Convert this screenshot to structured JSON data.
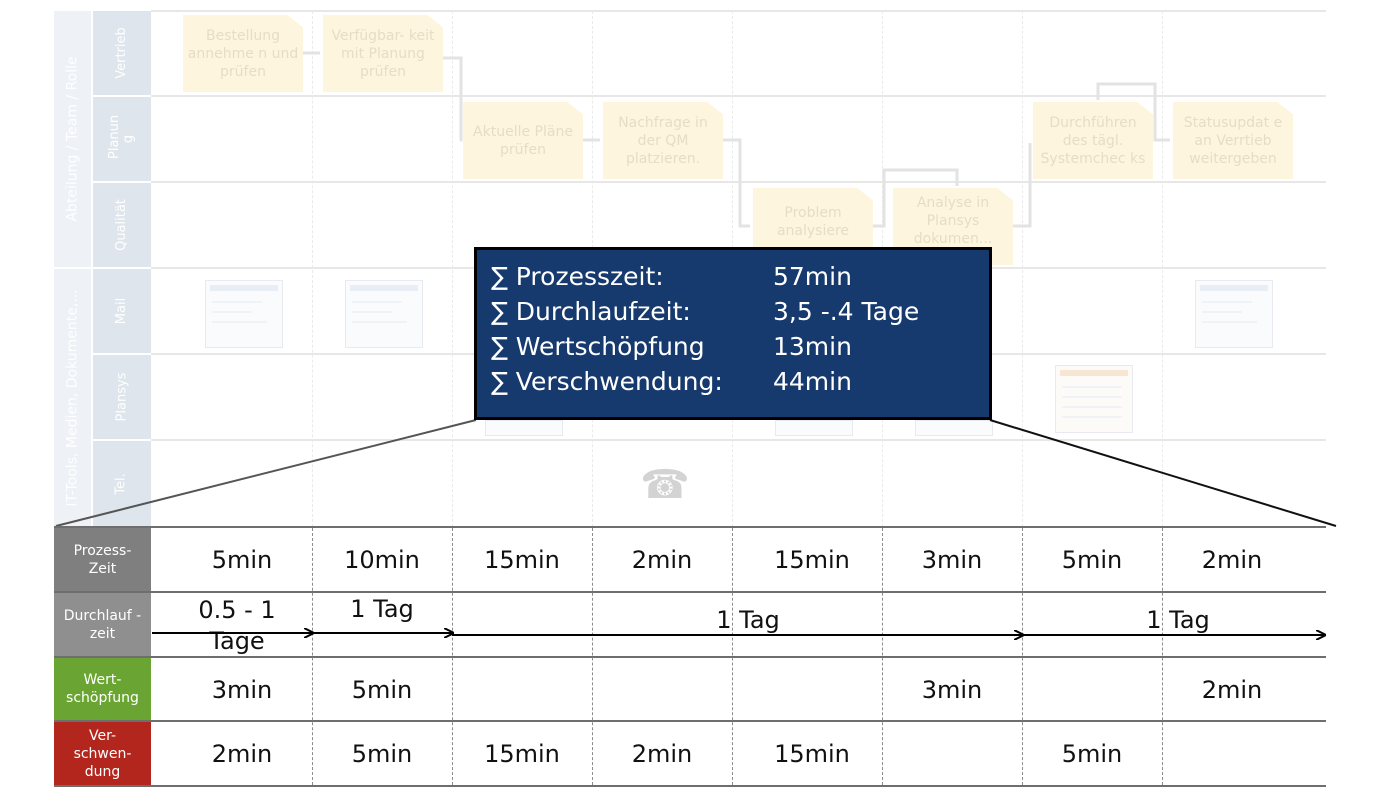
{
  "groups": {
    "process_axis": "Abteilung / Team / Rolle",
    "tools_axis": "IT-Tools, Medien, Dokumente,..."
  },
  "lanes": [
    "Vertrieb",
    "Planun g",
    "Qualität",
    "Mail",
    "Plansys",
    "Tel."
  ],
  "steps": [
    "Bestellung annehme n und prüfen",
    "Verfügbar- keit mit Planung prüfen",
    "Aktuelle Pläne prüfen",
    "Nachfrage in der QM platzieren.",
    "Problem analysiere",
    "Analyse in Plansys dokumen...",
    "Durchführen des tägl. Systemchec ks",
    "Statusupdat e an Verrtieb weitergeben"
  ],
  "icons": {
    "phone": "telephone-icon",
    "thumbnail": "document-thumbnail-icon"
  },
  "summary": {
    "rows": [
      {
        "label": "∑ Prozesszeit:",
        "value": "57min"
      },
      {
        "label": "∑ Durchlaufzeit:",
        "value": "3,5 -.4 Tage"
      },
      {
        "label": "∑ Wertschöpfung",
        "value": "13min"
      },
      {
        "label": "∑ Verschwendung:",
        "value": "44min"
      }
    ]
  },
  "metrics": {
    "prozesszeit": {
      "label": "Prozess- Zeit",
      "cells": [
        "5min",
        "10min",
        "15min",
        "2min",
        "15min",
        "3min",
        "5min",
        "2min"
      ]
    },
    "durchlaufzeit": {
      "label": "Durchlauf -zeit",
      "segments": [
        "0.5 - 1 Tage",
        "1 Tag",
        "1 Tag",
        "1 Tag"
      ]
    },
    "wertschoepfung": {
      "label": "Wert- schöpfung",
      "cells": [
        "3min",
        "5min",
        "",
        "",
        "",
        "3min",
        "",
        "2min"
      ]
    },
    "verschwendung": {
      "label": "Ver- schwen- dung",
      "cells": [
        "2min",
        "5min",
        "15min",
        "2min",
        "15min",
        "",
        "5min",
        ""
      ]
    }
  },
  "colors": {
    "summary_bg": "#163a6e",
    "prozesszeit": "#7f7f7f",
    "durchlaufzeit": "#8f8f8f",
    "wertschoepfung": "#6aa533",
    "verschwendung": "#b3261e",
    "sticky_note": "#fde9b8"
  }
}
